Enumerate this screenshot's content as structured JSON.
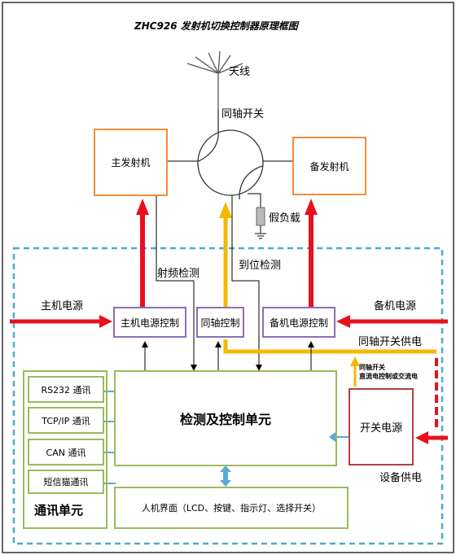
{
  "title": "ZHC926 发射机切换控制器原理框图",
  "antenna_label": "天线",
  "coax_switch_label": "同轴开关",
  "main_tx": "主发射机",
  "backup_tx": "备发射机",
  "dummy_load": "假负载",
  "rf_detect": "射频检测",
  "position_detect": "到位检测",
  "main_power_label": "主机电源",
  "backup_power_label": "备机电源",
  "main_power_ctrl": "主机电源控制",
  "coax_ctrl": "同轴控制",
  "backup_power_ctrl": "备机电源控制",
  "coax_switch_supply": "同轴开关供电",
  "coax_supply_note_1": "同轴开关",
  "coax_supply_note_2": "直流电控制或交流电",
  "comm_items": [
    "RS232 通讯",
    "TCP/IP 通讯",
    "CAN 通讯",
    "短信猫通讯"
  ],
  "comm_unit": "通讯单元",
  "control_unit": "检测及控制单元",
  "switching_psu": "开关电源",
  "device_supply": "设备供电",
  "hmi": "人机界面（LCD、按键、指示灯、选择开关）",
  "colors": {
    "orange_box": "#f28e3c",
    "purple_box": "#8b6fb5",
    "green_box": "#9bbb59",
    "red_arrow": "#e8101e",
    "yellow_arrow": "#f5b800",
    "dashed_border": "#4bacc6",
    "psu_border": "#b04040",
    "outer_border": "#333333"
  },
  "icons": [
    "antenna-icon",
    "coax-switch-icon",
    "resistor-icon",
    "ground-icon"
  ]
}
